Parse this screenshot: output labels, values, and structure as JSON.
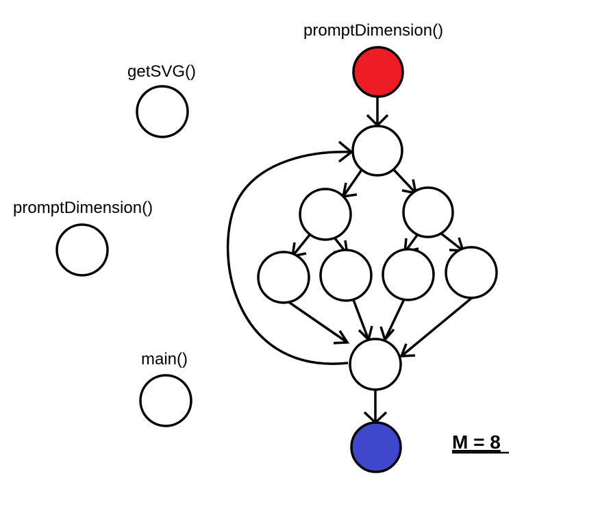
{
  "labels": {
    "get_svg": "getSVG()",
    "prompt_dimension_left": "promptDimension()",
    "main": "main()",
    "prompt_dimension_top": "promptDimension()"
  },
  "metric": {
    "text": "M = 8"
  },
  "colors": {
    "entry_node": "#ee1c24",
    "exit_node": "#3f48cc",
    "node_default": "#ffffff",
    "stroke": "#000000"
  }
}
